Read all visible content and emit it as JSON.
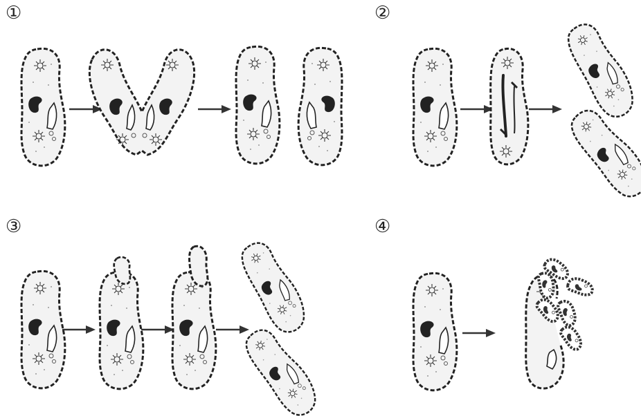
{
  "panels": [
    {
      "label": "①",
      "arrow_count": 2
    },
    {
      "label": "②",
      "arrow_count": 2
    },
    {
      "label": "③",
      "arrow_count": 3
    },
    {
      "label": "④",
      "arrow_count": 1
    }
  ],
  "colors": {
    "ink": "#222222",
    "cytoplasm": "#f3f3f3",
    "background": "#ffffff"
  },
  "icons": {
    "contractile_vacuole": "star-burst",
    "macronucleus": "dark-kidney-blob",
    "oral_groove": "gullet-funnel",
    "arrow": "right-arrow"
  }
}
